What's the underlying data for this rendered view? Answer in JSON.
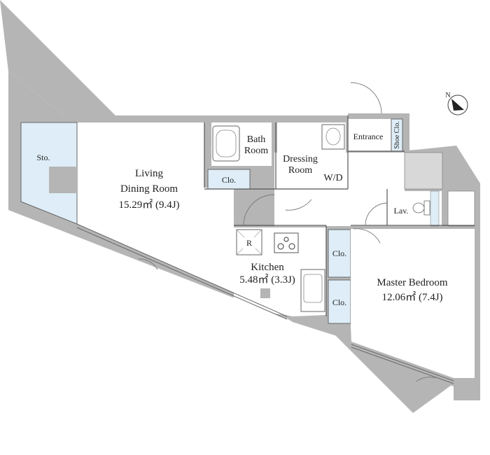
{
  "rooms": {
    "storage": "Sto.",
    "living_line1": "Living",
    "living_line2": "Dining Room",
    "living_area": "15.29㎡ (9.4J)",
    "bath_line1": "Bath",
    "bath_line2": "Room",
    "dressing_line1": "Dressing",
    "dressing_line2": "Room",
    "wd": "W/D",
    "entrance": "Entrance",
    "shoe_closet": "Shoe Clo.",
    "closet_living": "Clo.",
    "lavatory": "Lav.",
    "fridge": "R",
    "kitchen": "Kitchen",
    "kitchen_area": "5.48㎡ (3.3J)",
    "closet_bed_1": "Clo.",
    "closet_bed_2": "Clo.",
    "master": "Master Bedroom",
    "master_area": "12.06㎡ (7.4J)"
  },
  "compass": {
    "letter": "N"
  },
  "colors": {
    "wall": "#b5b5b5",
    "storage_fill": "#deedf7",
    "floor": "#ffffff",
    "line": "#555555"
  }
}
